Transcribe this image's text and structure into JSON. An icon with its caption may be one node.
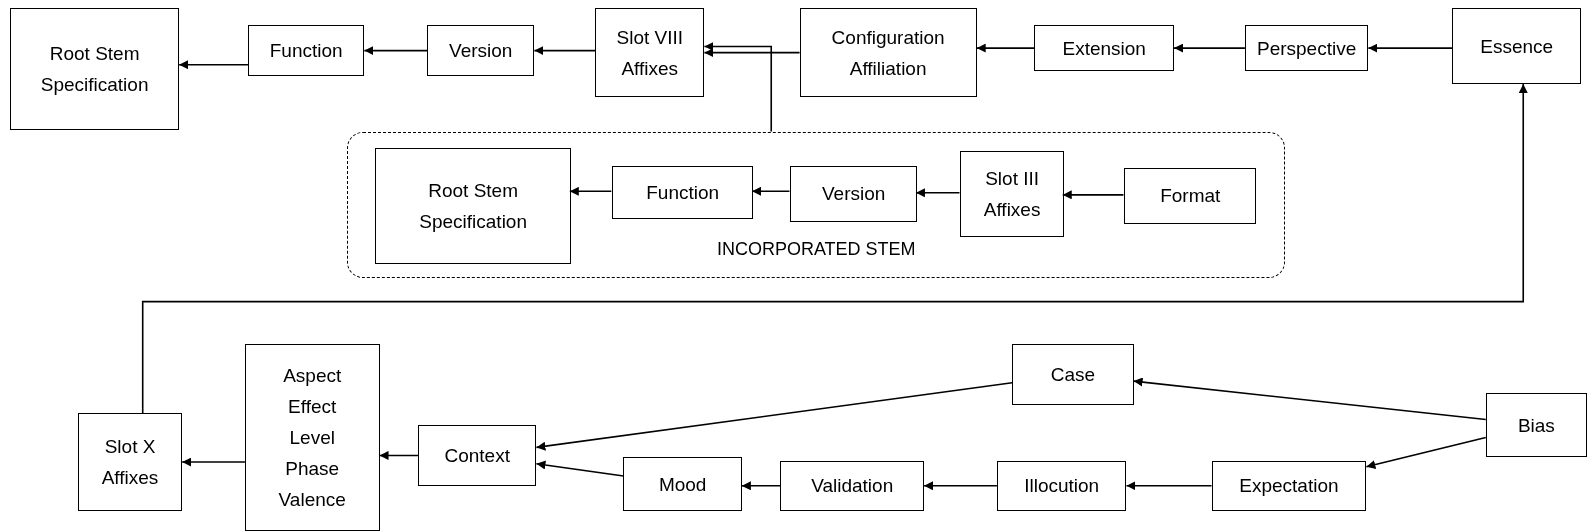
{
  "diagram": {
    "nodes": [
      {
        "text": [
          "Root Stem Specification"
        ]
      },
      {
        "text": [
          "Function"
        ]
      },
      {
        "text": [
          "Version"
        ]
      },
      {
        "text": [
          "Slot VIII Affixes"
        ]
      },
      {
        "text": [
          "Configuration Affiliation"
        ]
      },
      {
        "text": [
          "Extension"
        ]
      },
      {
        "text": [
          "Perspective"
        ]
      },
      {
        "text": [
          "Essence"
        ]
      },
      {
        "text": [
          "INCORPORATED STEM"
        ]
      },
      {
        "text": [
          "Root Stem Specification"
        ],
        "in": 8
      },
      {
        "text": [
          "Function"
        ],
        "in": 8
      },
      {
        "text": [
          "Version"
        ],
        "in": 8
      },
      {
        "text": [
          "Slot III Affixes"
        ],
        "in": 8
      },
      {
        "text": [
          "Format"
        ],
        "in": 8
      },
      {
        "text": [
          "Slot X Affixes"
        ]
      },
      {
        "text": [
          "Aspect Effect Level Phase Valence"
        ]
      },
      {
        "text": [
          "Context"
        ]
      },
      {
        "text": [
          "Case"
        ]
      },
      {
        "text": [
          "Bias"
        ]
      },
      {
        "text": [
          "Mood"
        ]
      },
      {
        "text": [
          "Validation"
        ]
      },
      {
        "text": [
          "Illocution"
        ]
      },
      {
        "text": [
          "Expectation"
        ]
      }
    ],
    "edges": [
      {
        "from": 1,
        "to": 0,
        "arrow": "to"
      },
      {
        "from": 2,
        "to": 1,
        "arrow": "to"
      },
      {
        "from": 3,
        "to": 2,
        "arrow": "to"
      },
      {
        "from": 4,
        "to": 3,
        "arrow": "to"
      },
      {
        "from": 5,
        "to": 4,
        "arrow": "to"
      },
      {
        "from": 6,
        "to": 5,
        "arrow": "to"
      },
      {
        "from": 7,
        "to": 6,
        "arrow": "to"
      },
      {
        "from": 8,
        "to": 3,
        "arrow": "to"
      },
      {
        "from": 13,
        "to": 12,
        "arrow": "to"
      },
      {
        "from": 12,
        "to": 11,
        "arrow": "to"
      },
      {
        "from": 11,
        "to": 10,
        "arrow": "to"
      },
      {
        "from": 10,
        "to": 9,
        "arrow": "to"
      },
      {
        "from": 14,
        "to": 7,
        "arrow": "to"
      },
      {
        "from": 15,
        "to": 14,
        "arrow": "to"
      },
      {
        "from": 16,
        "to": 15,
        "arrow": "to"
      },
      {
        "from": 17,
        "to": 16,
        "arrow": "to"
      },
      {
        "from": 18,
        "to": 17,
        "arrow": "to"
      },
      {
        "from": 18,
        "to": 22,
        "arrow": "to"
      },
      {
        "from": 22,
        "to": 21,
        "arrow": "to"
      },
      {
        "from": 21,
        "to": 20,
        "arrow": "to"
      },
      {
        "from": 20,
        "to": 19,
        "arrow": "to"
      },
      {
        "from": 19,
        "to": 16,
        "arrow": "to"
      }
    ]
  }
}
